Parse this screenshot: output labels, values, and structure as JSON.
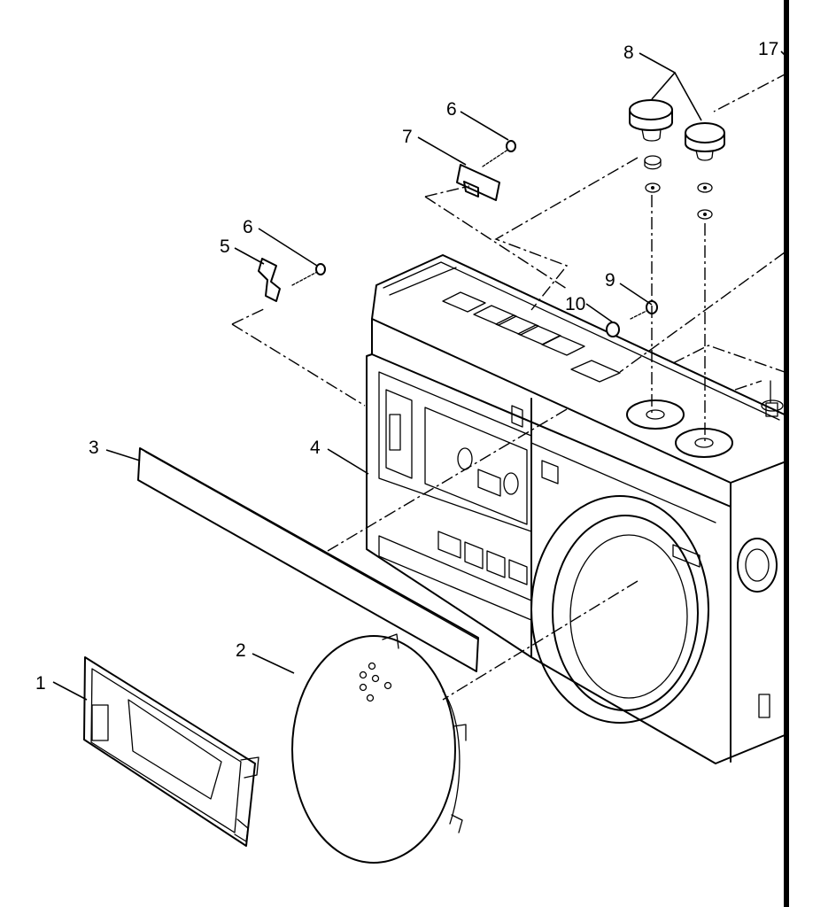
{
  "diagram": {
    "callouts": [
      {
        "id": "1",
        "text": "1"
      },
      {
        "id": "2",
        "text": "2"
      },
      {
        "id": "3",
        "text": "3"
      },
      {
        "id": "4",
        "text": "4"
      },
      {
        "id": "5",
        "text": "5"
      },
      {
        "id": "6a",
        "text": "6"
      },
      {
        "id": "6b",
        "text": "6"
      },
      {
        "id": "7",
        "text": "7"
      },
      {
        "id": "8",
        "text": "8"
      },
      {
        "id": "9",
        "text": "9"
      },
      {
        "id": "10",
        "text": "10"
      },
      {
        "id": "17",
        "text": "17"
      }
    ]
  }
}
